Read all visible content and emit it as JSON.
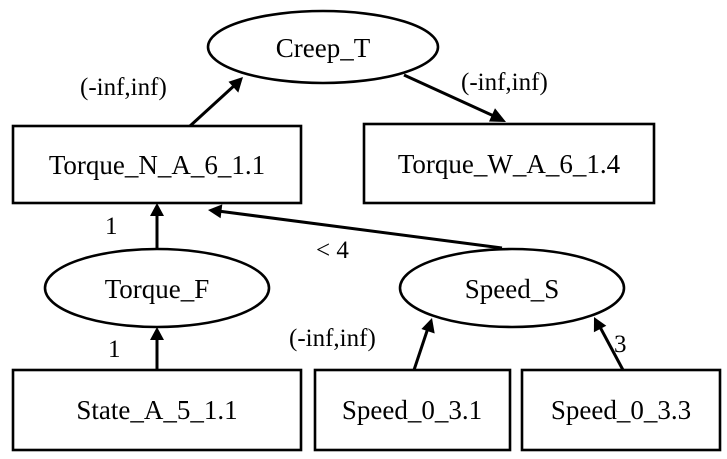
{
  "nodes": {
    "creep_t": "Creep_T",
    "torque_n": "Torque_N_A_6_1.1",
    "torque_w": "Torque_W_A_6_1.4",
    "torque_f": "Torque_F",
    "speed_s": "Speed_S",
    "state_a": "State_A_5_1.1",
    "speed_031": "Speed_0_3.1",
    "speed_033": "Speed_0_3.3"
  },
  "edge_labels": {
    "torque_n_to_creep": "(-inf,inf)",
    "creep_to_torque_w": "(-inf,inf)",
    "torque_f_to_torque_n": "1",
    "speed_s_to_torque_n": "< 4",
    "state_to_torque_f": "1",
    "speed_031_to_speed_s": "(-inf,inf)",
    "speed_033_to_speed_s": "3"
  }
}
